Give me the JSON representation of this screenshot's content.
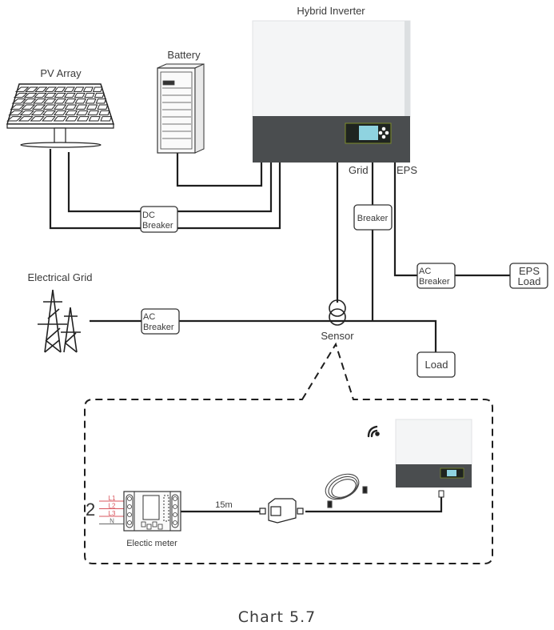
{
  "labels": {
    "hybrid_inverter": "Hybrid Inverter",
    "battery": "Battery",
    "pv_array": "PV Array",
    "grid_port": "Grid",
    "eps_port": "EPS",
    "electrical_grid": "Electrical Grid",
    "sensor": "Sensor",
    "load": "Load",
    "eps_load_line1": "EPS",
    "eps_load_line2": "Load",
    "electric_meter": "Electic meter",
    "cable_length": "15m",
    "meter_number": "2"
  },
  "breakers": {
    "dc_line1": "DC",
    "dc_line2": "Breaker",
    "grid_breaker": "Breaker",
    "ac_eps_line1": "AC",
    "ac_eps_line2": "Breaker",
    "ac_grid_line1": "AC",
    "ac_grid_line2": "Breaker"
  },
  "meter_terminals": [
    "L1",
    "L2",
    "L3",
    "N"
  ],
  "caption": "Chart 5.7",
  "colors": {
    "inverter_body": "#f4f5f6",
    "inverter_panel": "#4a4d4f",
    "display_screen": "#8fd3e0",
    "display_border": "#7c8a2a",
    "phase_lines": "#d9545c",
    "wire": "#1e1e1e"
  }
}
